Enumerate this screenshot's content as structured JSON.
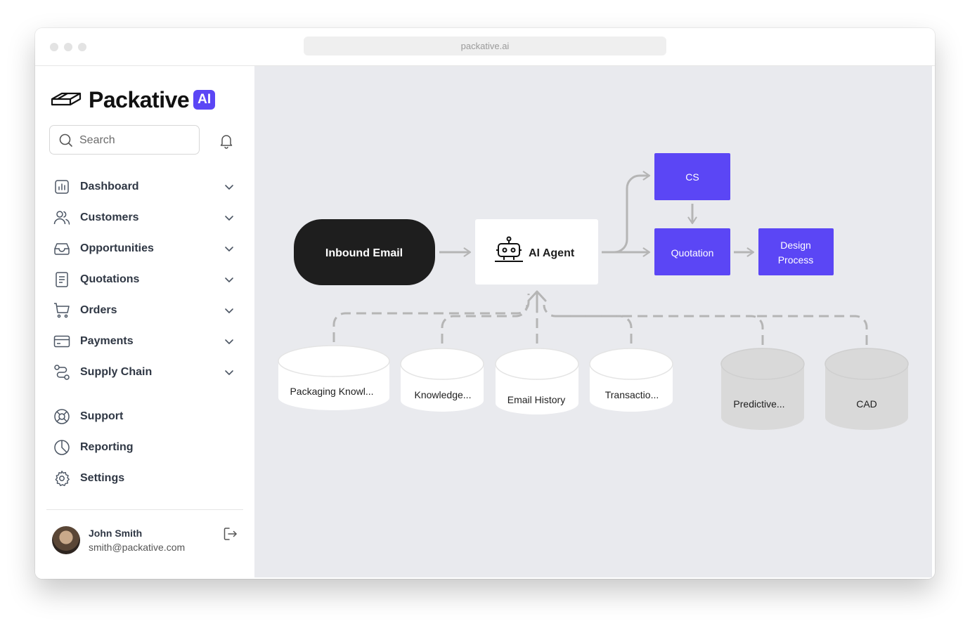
{
  "browser": {
    "url": "packative.ai"
  },
  "sidebar": {
    "logo_text": "Packative",
    "logo_badge": "AI",
    "search_placeholder": "Search",
    "nav": [
      {
        "label": "Dashboard",
        "icon": "bar-chart-icon"
      },
      {
        "label": "Customers",
        "icon": "users-icon"
      },
      {
        "label": "Opportunities",
        "icon": "inbox-icon"
      },
      {
        "label": "Quotations",
        "icon": "document-icon"
      },
      {
        "label": "Orders",
        "icon": "cart-icon"
      },
      {
        "label": "Payments",
        "icon": "credit-card-icon"
      },
      {
        "label": "Supply Chain",
        "icon": "route-icon"
      }
    ],
    "secondary": [
      {
        "label": "Support",
        "icon": "lifebuoy-icon"
      },
      {
        "label": "Reporting",
        "icon": "pie-chart-icon"
      },
      {
        "label": "Settings",
        "icon": "gear-icon"
      }
    ],
    "user": {
      "name": "John Smith",
      "email": "smith@packative.com"
    }
  },
  "diagram": {
    "inbound": "Inbound Email",
    "agent": "AI Agent",
    "cs": "CS",
    "quotation": "Quotation",
    "design_line1": "Design",
    "design_line2": "Process",
    "sources": [
      {
        "label": "Packaging Knowl...",
        "active": true
      },
      {
        "label": "Knowledge...",
        "active": true
      },
      {
        "label": "Email History",
        "active": true
      },
      {
        "label": "Transactio...",
        "active": true
      },
      {
        "label": "Predictive...",
        "active": false
      },
      {
        "label": "CAD",
        "active": false
      }
    ],
    "colors": {
      "accent": "#5b46f5",
      "dark": "#1e1e1e",
      "arrow": "#b5b5b5",
      "inactive": "#d9d9d9"
    }
  }
}
